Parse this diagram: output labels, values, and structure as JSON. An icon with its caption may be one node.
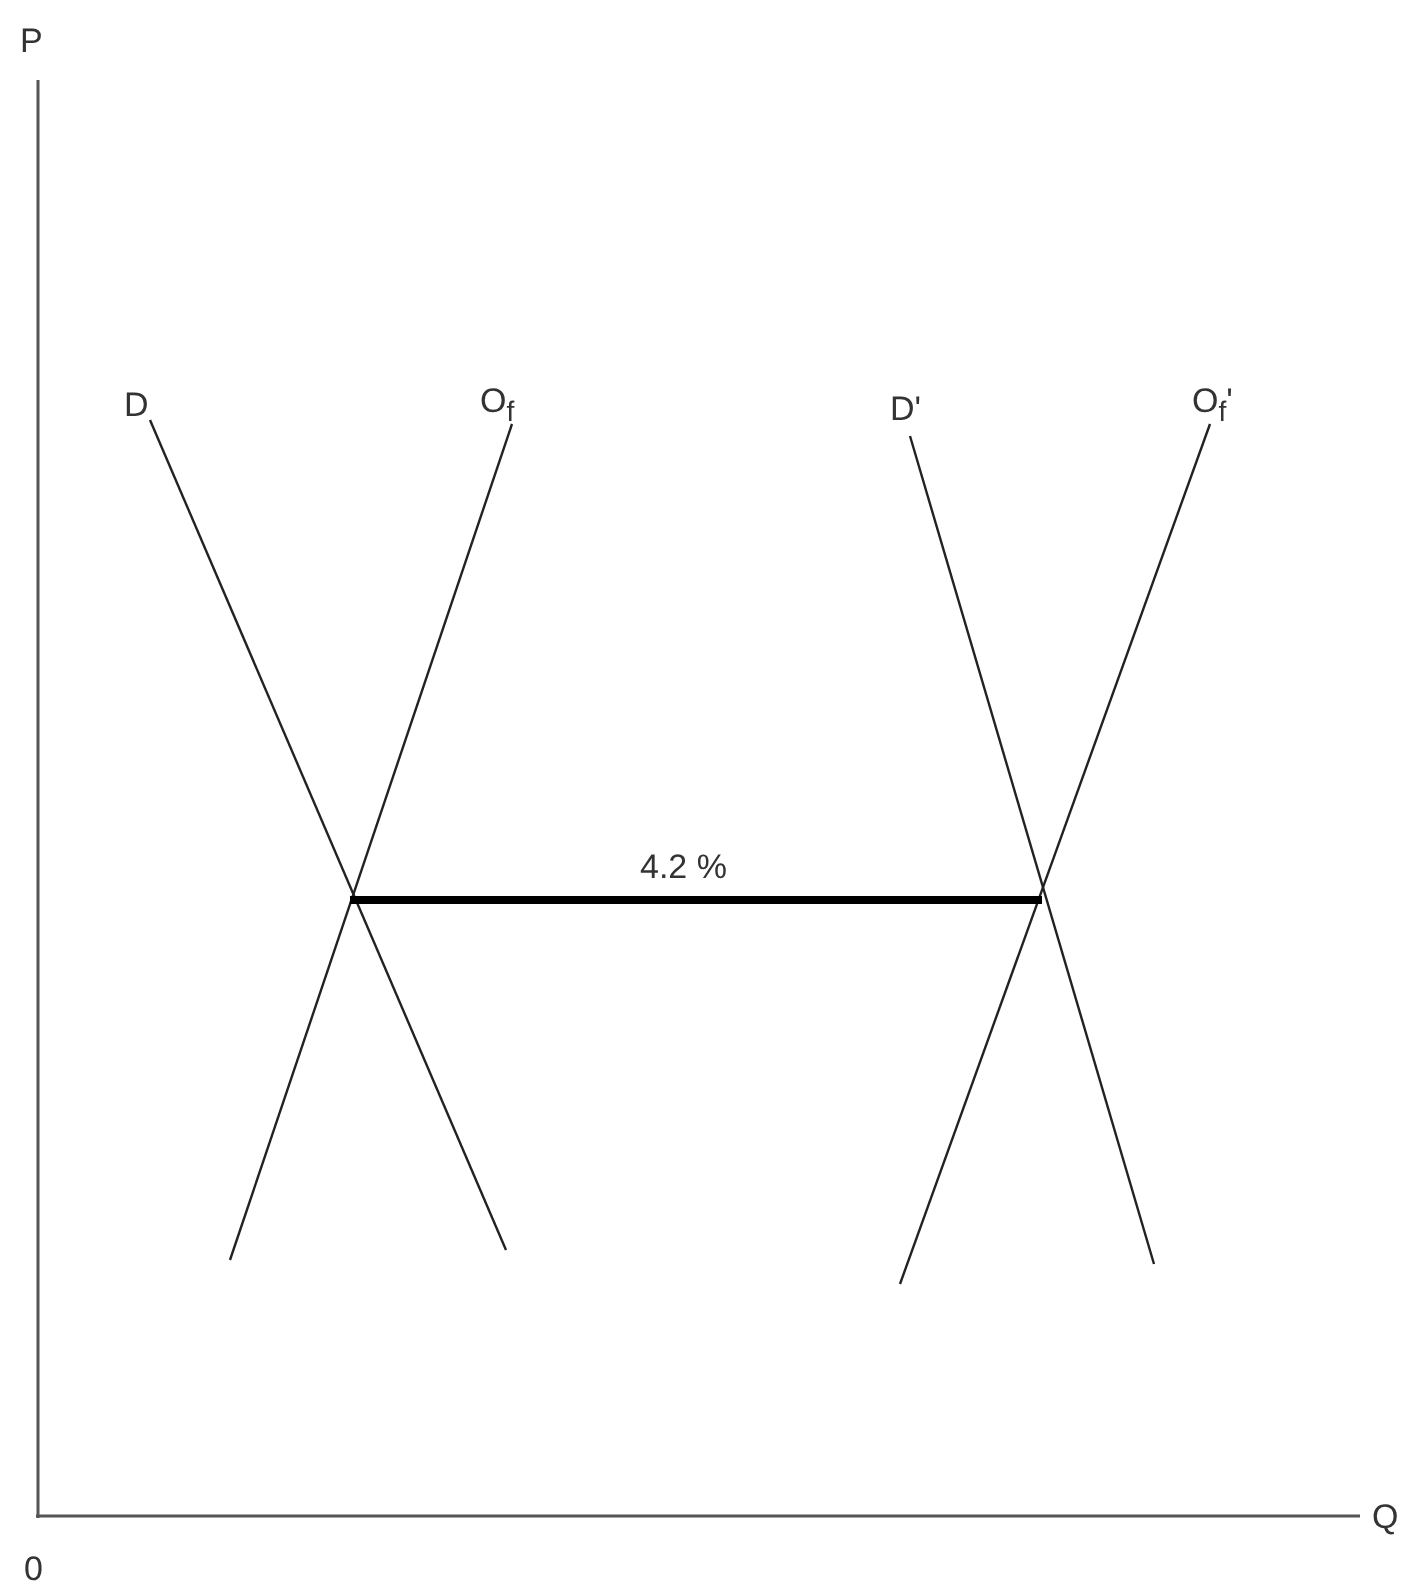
{
  "diagram": {
    "labels": [
      "P",
      "D",
      "O$_{f}$",
      "D'",
      "O$_{f}$'",
      "4.2 %",
      "Q",
      "0"
    ]
  }
}
